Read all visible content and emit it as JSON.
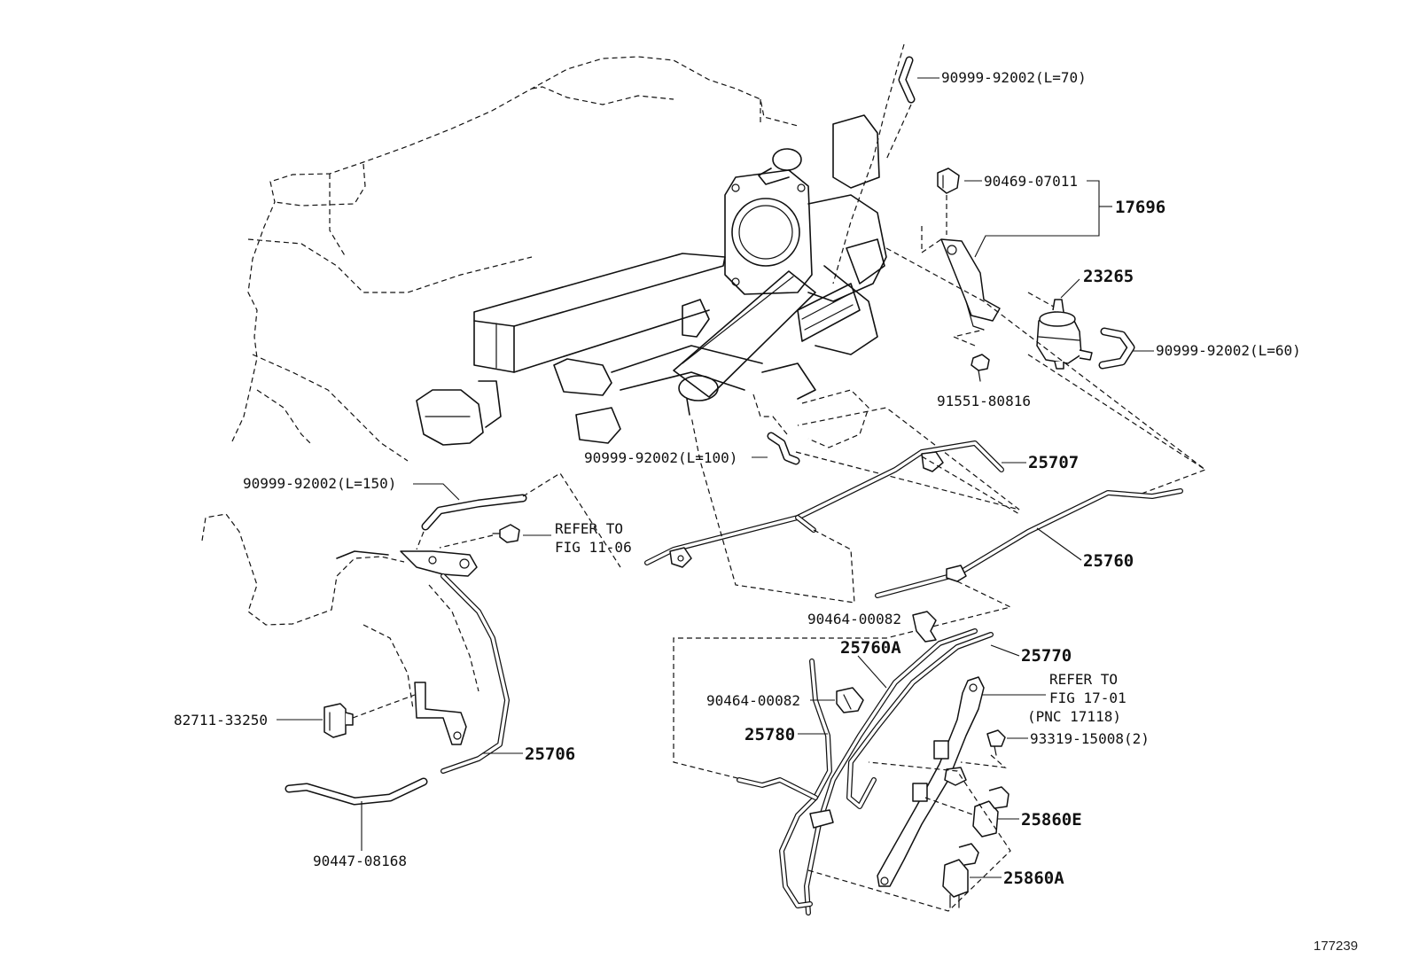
{
  "diagram_id": "177239",
  "labels": {
    "hose_l70": "90999-92002(L=70)",
    "clip_07011": "90469-07011",
    "assy_17696": "17696",
    "vsv_23265": "23265",
    "hose_l60": "90999-92002(L=60)",
    "bolt_91551": "91551-80816",
    "hose_l100": "90999-92002(L=100)",
    "pipe_25707": "25707",
    "hose_l150": "90999-92002(L=150)",
    "refer_11_line1": "REFER TO",
    "refer_11_line2": "FIG 11-06",
    "pipe_25760": "25760",
    "clip_00082_a": "90464-00082",
    "pipe_25760a": "25760A",
    "pipe_25770": "25770",
    "refer_17_line1": "REFER TO",
    "refer_17_line2": "FIG 17-01",
    "refer_17_line3": "(PNC 17118)",
    "clip_00082_b": "90464-00082",
    "bolt_93319": "93319-15008(2)",
    "pipe_25780": "25780",
    "sensor_82711": "82711-33250",
    "pipe_25706": "25706",
    "vsv_25860e": "25860E",
    "vsv_25860a": "25860A",
    "hose_08168": "90447-08168"
  }
}
